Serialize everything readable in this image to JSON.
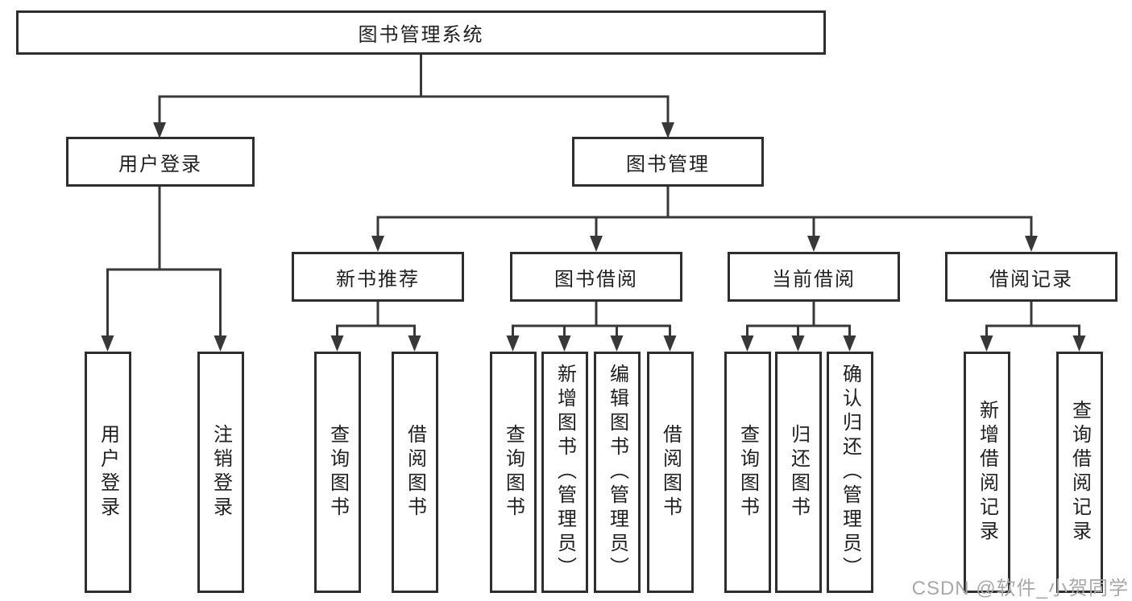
{
  "tree": {
    "root": {
      "label": "图书管理系统"
    },
    "branches": [
      {
        "label": "用户登录",
        "children": [
          {
            "label": "用户登录"
          },
          {
            "label": "注销登录"
          }
        ]
      },
      {
        "label": "图书管理",
        "children": [
          {
            "label": "新书推荐",
            "children": [
              {
                "label": "查询图书"
              },
              {
                "label": "借阅图书"
              }
            ]
          },
          {
            "label": "图书借阅",
            "children": [
              {
                "label": "查询图书"
              },
              {
                "label": "新增图书（管理员）"
              },
              {
                "label": "编辑图书（管理员）"
              },
              {
                "label": "借阅图书"
              }
            ]
          },
          {
            "label": "当前借阅",
            "children": [
              {
                "label": "查询图书"
              },
              {
                "label": "归还图书"
              },
              {
                "label": "确认归还（管理员）"
              }
            ]
          },
          {
            "label": "借阅记录",
            "children": [
              {
                "label": "新增借阅记录"
              },
              {
                "label": "查询借阅记录"
              }
            ]
          }
        ]
      }
    ]
  },
  "watermark": "CSDN @软件_小贺同学",
  "colors": {
    "line": "#383838",
    "border": "#2e2e2e",
    "text": "#1f1f1f",
    "watermark": "#a8a8a8",
    "background": "#ffffff"
  }
}
